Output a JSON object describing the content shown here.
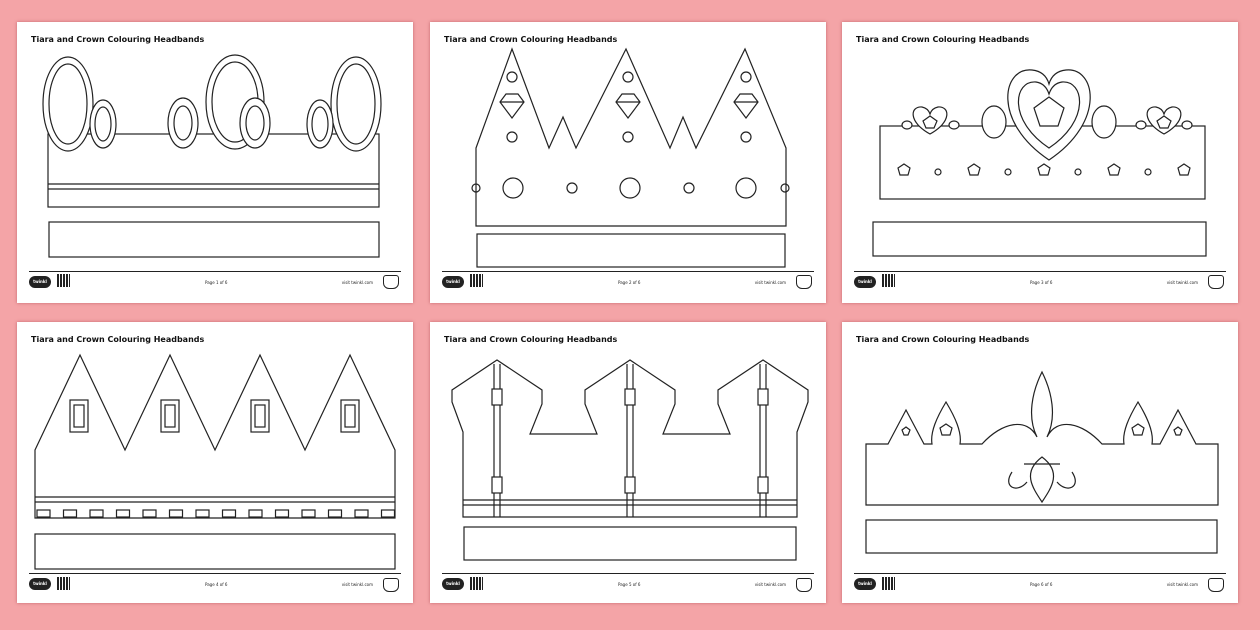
{
  "background_color": "#f4a4a7",
  "pages": [
    {
      "title": "Tiara and Crown Colouring Headbands",
      "page_label": "Page 1 of 6",
      "website": "visit twinkl.com",
      "logo": "twinkl"
    },
    {
      "title": "Tiara and Crown Colouring Headbands",
      "page_label": "Page 2 of 6",
      "website": "visit twinkl.com",
      "logo": "twinkl"
    },
    {
      "title": "Tiara and Crown Colouring Headbands",
      "page_label": "Page 3 of 6",
      "website": "visit twinkl.com",
      "logo": "twinkl"
    },
    {
      "title": "Tiara and Crown Colouring Headbands",
      "page_label": "Page 4 of 6",
      "website": "visit twinkl.com",
      "logo": "twinkl"
    },
    {
      "title": "Tiara and Crown Colouring Headbands",
      "page_label": "Page 5 of 6",
      "website": "visit twinkl.com",
      "logo": "twinkl"
    },
    {
      "title": "Tiara and Crown Colouring Headbands",
      "page_label": "Page 6 of 6",
      "website": "visit twinkl.com",
      "logo": "twinkl"
    }
  ]
}
